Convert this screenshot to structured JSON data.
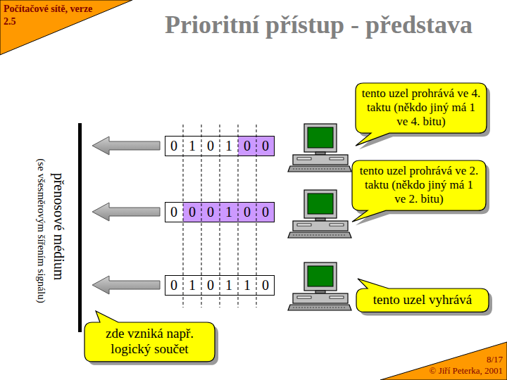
{
  "diagram": {
    "title": "Prioritní přístup - představa",
    "nodes": [
      {
        "text": [
          "Počítačové sítě, verze 2.5"
        ]
      },
      {
        "text": [
          "tento uzel prohrává ve 4. taktu (někdo jiný má 1 ve 4. bitu)"
        ]
      },
      {
        "text": [
          "0 1 0 1 0 0"
        ]
      },
      {
        "text": [
          "tento uzel prohrává ve 2. taktu (někdo jiný má 1 ve 2. bitu)"
        ]
      },
      {
        "text": [
          "0 0 0 1 0 0"
        ]
      },
      {
        "text": [
          "0 1 0 1 1 0"
        ]
      },
      {
        "text": [
          "tento uzel vyhrává"
        ]
      },
      {
        "text": [
          "zde vzniká např. logický součet"
        ]
      },
      {
        "text": [
          "8/17",
          "© Jiří Peterka, 2001"
        ]
      }
    ],
    "labels": [
      "přenosové médium",
      "(se všesměrovým šířením signálu)"
    ]
  }
}
